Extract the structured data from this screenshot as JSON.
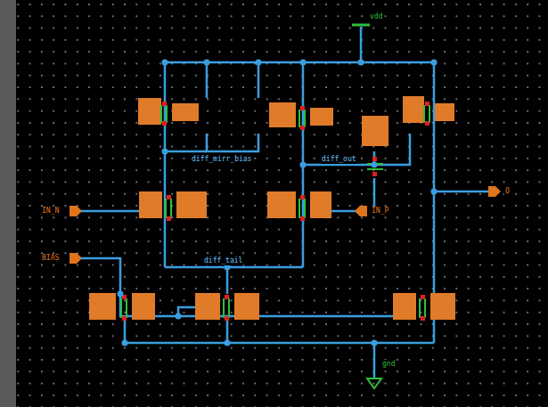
{
  "diagram": {
    "labels": [
      "vdd",
      "IN_N",
      "BIAS",
      "IN_P",
      "O",
      "gnd",
      "diff_mirr_bias",
      "diff_out",
      "diff_tail"
    ]
  }
}
